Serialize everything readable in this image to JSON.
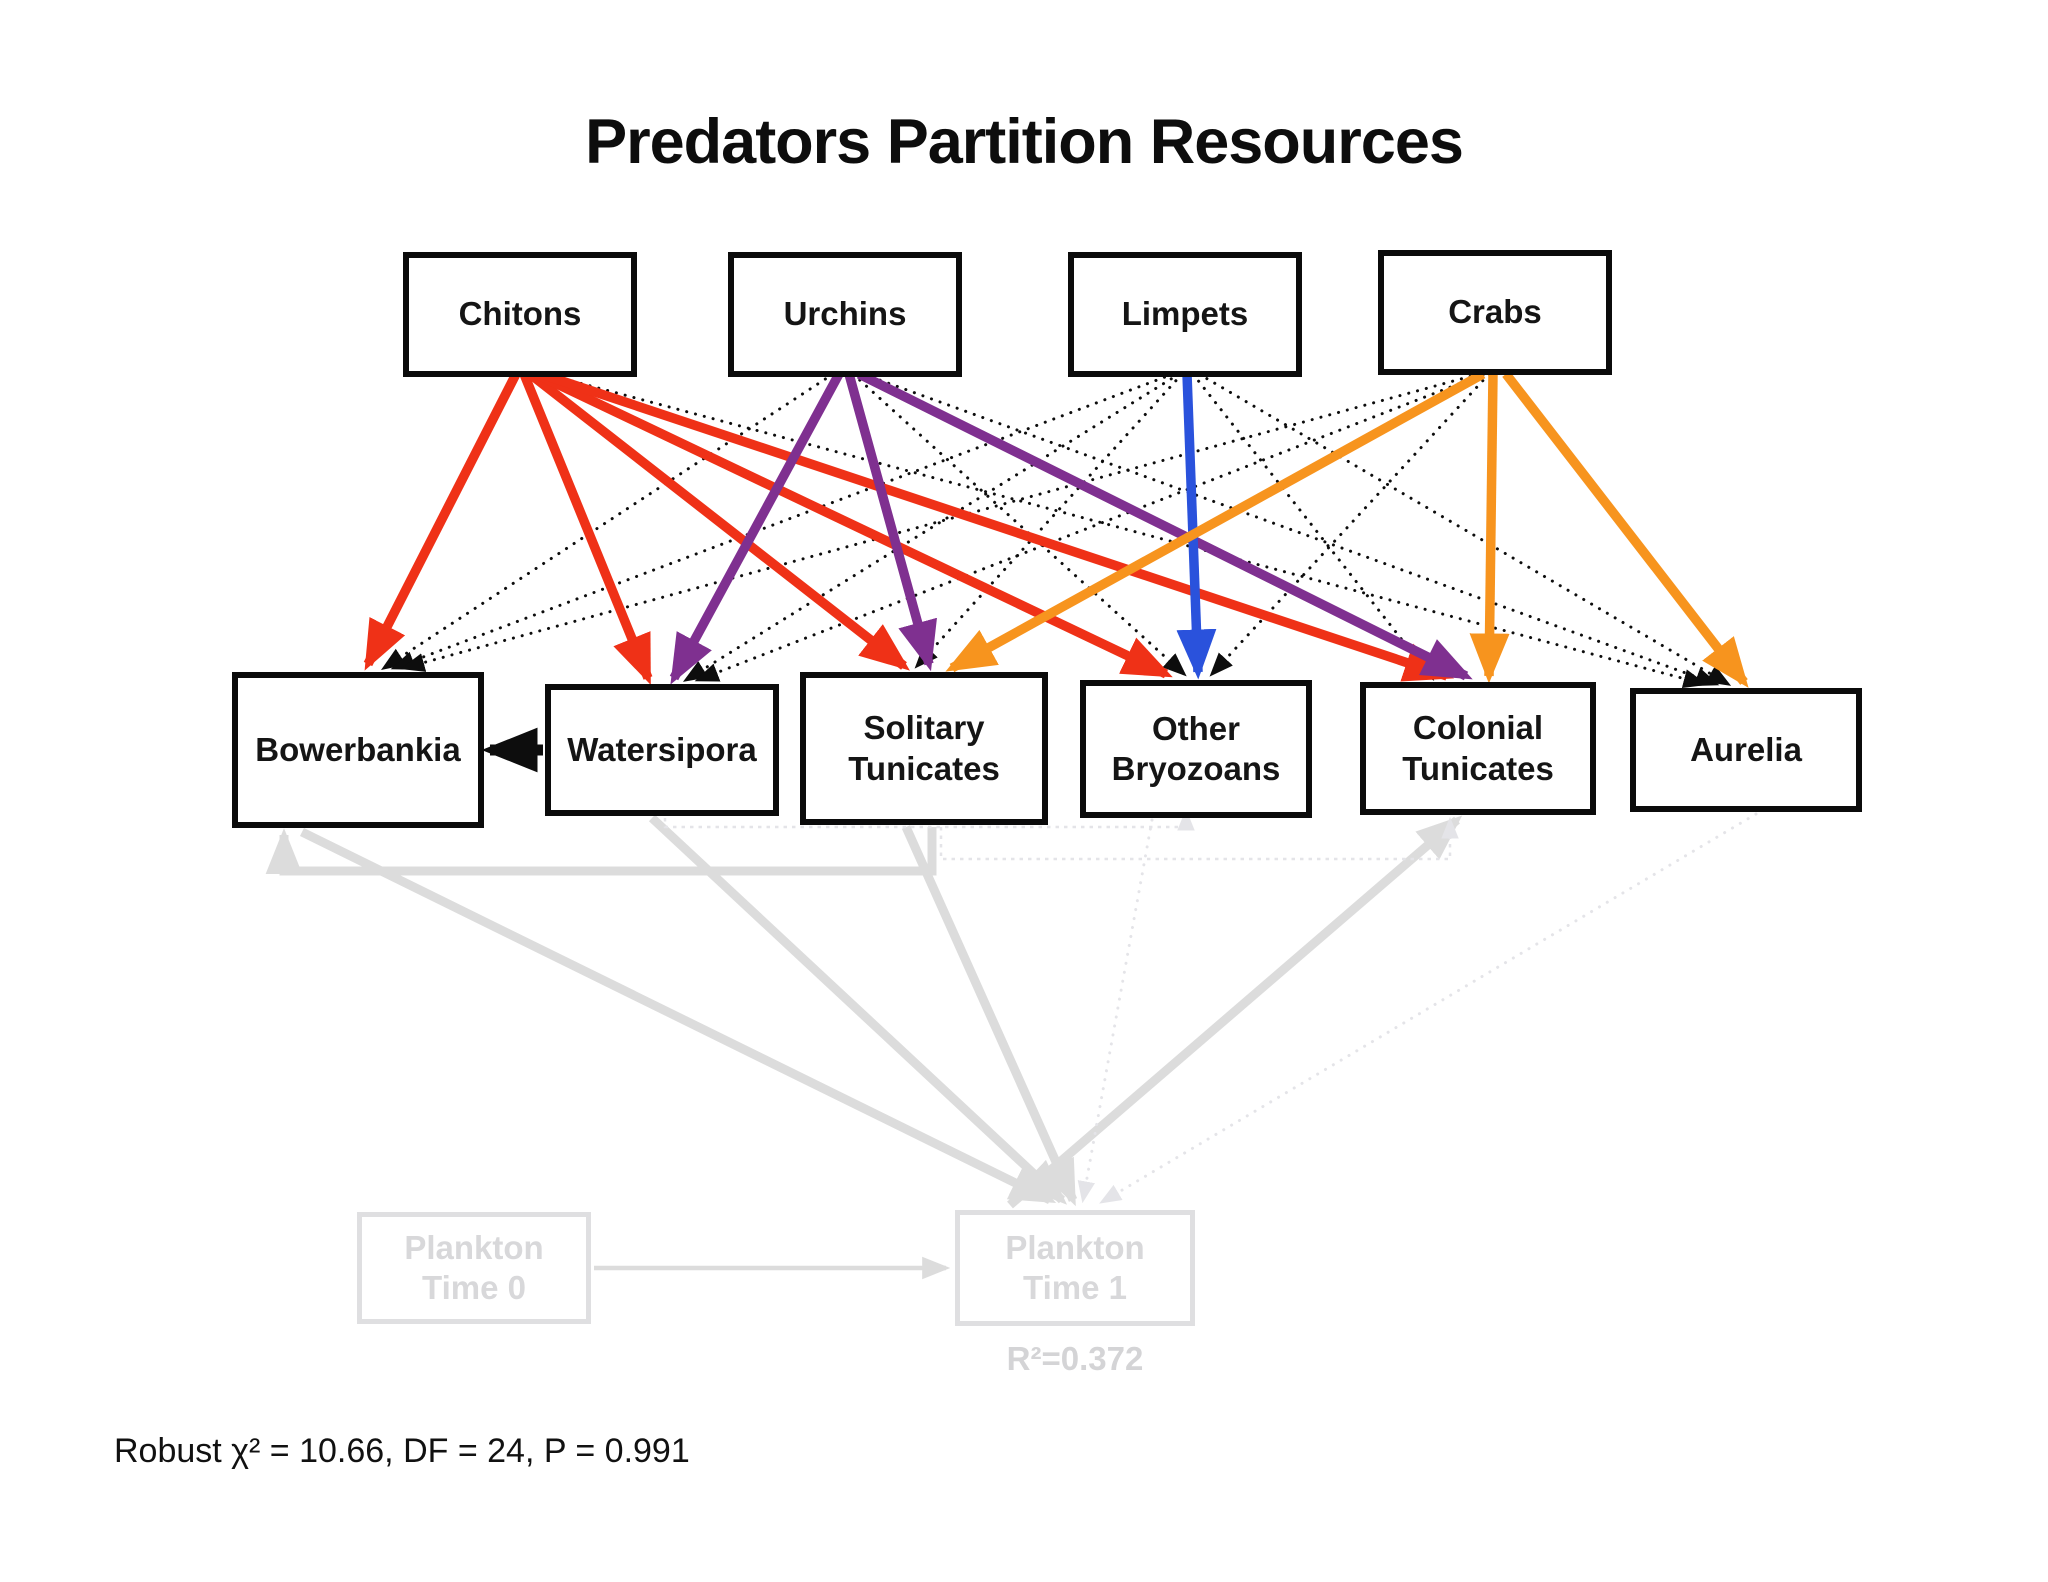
{
  "title": "Predators Partition Resources",
  "stats": {
    "fit": "Robust χ² = 10.66, DF = 24, P = 0.991",
    "r2": "R²=0.372"
  },
  "colors": {
    "red": "#EF3117",
    "purple": "#7F3090",
    "blue": "#2A52DC",
    "orange": "#F7941E",
    "black": "#0d0d0d",
    "gray": "#DCDCDC",
    "grayLight": "#E4E4E8"
  },
  "nodes": [
    {
      "id": "chitons",
      "label": "Chitons",
      "group": "predator"
    },
    {
      "id": "urchins",
      "label": "Urchins",
      "group": "predator"
    },
    {
      "id": "limpets",
      "label": "Limpets",
      "group": "predator"
    },
    {
      "id": "crabs",
      "label": "Crabs",
      "group": "predator"
    },
    {
      "id": "bowerbankia",
      "label": "Bowerbankia",
      "group": "prey"
    },
    {
      "id": "watersipora",
      "label": "Watersipora",
      "group": "prey"
    },
    {
      "id": "solitary_tunicates",
      "label": "Solitary\nTunicates",
      "group": "prey"
    },
    {
      "id": "other_bryozoans",
      "label": "Other\nBryozoans",
      "group": "prey"
    },
    {
      "id": "colonial_tunicates",
      "label": "Colonial\nTunicates",
      "group": "prey"
    },
    {
      "id": "aurelia",
      "label": "Aurelia",
      "group": "prey"
    },
    {
      "id": "plankton_t0",
      "label": "Plankton\nTime 0",
      "group": "plankton"
    },
    {
      "id": "plankton_t1",
      "label": "Plankton\nTime 1",
      "group": "plankton"
    }
  ],
  "edges": [
    {
      "from": "bowerbankia",
      "to": "plankton_t1",
      "color": "gray",
      "style": "gray-solid",
      "significant": true
    },
    {
      "from": "watersipora",
      "to": "plankton_t1",
      "color": "gray",
      "style": "gray-solid",
      "significant": true
    },
    {
      "from": "solitary_tunicates",
      "to": "plankton_t1",
      "color": "gray",
      "style": "gray-solid",
      "significant": true
    },
    {
      "from": "plankton_t1",
      "to": "colonial_tunicates",
      "color": "gray",
      "style": "gray-solid",
      "significant": true
    },
    {
      "from": "solitary_tunicates",
      "to": "bowerbankia",
      "color": "gray",
      "style": "gray-elbow",
      "significant": true
    },
    {
      "from": "plankton_t0",
      "to": "plankton_t1",
      "color": "gray",
      "style": "gray-thin",
      "significant": true
    },
    {
      "from": "other_bryozoans",
      "to": "plankton_t1",
      "color": "grayLight",
      "style": "gray-dotted",
      "significant": false
    },
    {
      "from": "aurelia",
      "to": "plankton_t1",
      "color": "grayLight",
      "style": "gray-dotted",
      "significant": false
    },
    {
      "from": "watersipora",
      "to": "other_bryozoans",
      "color": "grayLight",
      "style": "gray-dashed",
      "significant": false
    },
    {
      "from": "solitary_tunicates",
      "to": "colonial_tunicates",
      "color": "grayLight",
      "style": "gray-dashed",
      "significant": false
    },
    {
      "from": "urchins",
      "to": "bowerbankia",
      "color": "black",
      "style": "dotted",
      "significant": false
    },
    {
      "from": "limpets",
      "to": "bowerbankia",
      "color": "black",
      "style": "dotted",
      "significant": false
    },
    {
      "from": "crabs",
      "to": "bowerbankia",
      "color": "black",
      "style": "dotted",
      "significant": false
    },
    {
      "from": "limpets",
      "to": "watersipora",
      "color": "black",
      "style": "dotted",
      "significant": false
    },
    {
      "from": "crabs",
      "to": "watersipora",
      "color": "black",
      "style": "dotted",
      "significant": false
    },
    {
      "from": "limpets",
      "to": "solitary_tunicates",
      "color": "black",
      "style": "dotted",
      "significant": false
    },
    {
      "from": "urchins",
      "to": "other_bryozoans",
      "color": "black",
      "style": "dotted",
      "significant": false
    },
    {
      "from": "crabs",
      "to": "other_bryozoans",
      "color": "black",
      "style": "dotted",
      "significant": false
    },
    {
      "from": "limpets",
      "to": "colonial_tunicates",
      "color": "black",
      "style": "dotted",
      "significant": false
    },
    {
      "from": "chitons",
      "to": "aurelia",
      "color": "black",
      "style": "dotted",
      "significant": false
    },
    {
      "from": "urchins",
      "to": "aurelia",
      "color": "black",
      "style": "dotted",
      "significant": false
    },
    {
      "from": "limpets",
      "to": "aurelia",
      "color": "black",
      "style": "dotted",
      "significant": false
    },
    {
      "from": "chitons",
      "to": "bowerbankia",
      "color": "red",
      "style": "solid",
      "significant": true
    },
    {
      "from": "chitons",
      "to": "watersipora",
      "color": "red",
      "style": "solid",
      "significant": true
    },
    {
      "from": "chitons",
      "to": "solitary_tunicates",
      "color": "red",
      "style": "solid",
      "significant": true
    },
    {
      "from": "chitons",
      "to": "other_bryozoans",
      "color": "red",
      "style": "solid",
      "significant": true
    },
    {
      "from": "chitons",
      "to": "colonial_tunicates",
      "color": "red",
      "style": "solid",
      "significant": true
    },
    {
      "from": "urchins",
      "to": "watersipora",
      "color": "purple",
      "style": "solid",
      "significant": true
    },
    {
      "from": "urchins",
      "to": "solitary_tunicates",
      "color": "purple",
      "style": "solid",
      "significant": true
    },
    {
      "from": "urchins",
      "to": "colonial_tunicates",
      "color": "purple",
      "style": "solid",
      "significant": true
    },
    {
      "from": "limpets",
      "to": "other_bryozoans",
      "color": "blue",
      "style": "solid",
      "significant": true
    },
    {
      "from": "crabs",
      "to": "solitary_tunicates",
      "color": "orange",
      "style": "solid",
      "significant": true
    },
    {
      "from": "crabs",
      "to": "colonial_tunicates",
      "color": "orange",
      "style": "solid",
      "significant": true
    },
    {
      "from": "crabs",
      "to": "aurelia",
      "color": "orange",
      "style": "solid",
      "significant": true
    },
    {
      "from": "watersipora",
      "to": "bowerbankia",
      "color": "black",
      "style": "solid",
      "significant": true
    }
  ]
}
